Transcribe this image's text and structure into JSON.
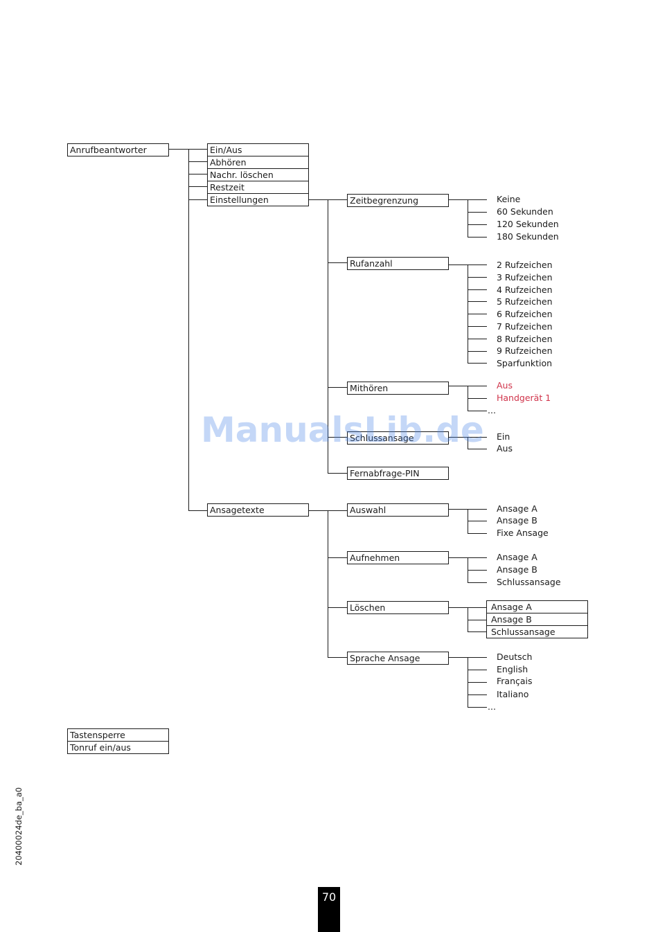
{
  "colors": {
    "line": "#1a1a1a",
    "highlight": "#d0334a",
    "watermark": "#4a86e8"
  },
  "root": {
    "label": "Anrufbeantworter",
    "items": [
      "Ein/Aus",
      "Abhören",
      "Nachr. löschen",
      "Restzeit",
      "Einstellungen"
    ],
    "ansagetexte": "Ansagetexte"
  },
  "einstellungen": {
    "zeitbegrenzung": {
      "label": "Zeitbegrenzung",
      "options": [
        "Keine",
        "60 Sekunden",
        "120 Sekunden",
        "180 Sekunden"
      ]
    },
    "rufanzahl": {
      "label": "Rufanzahl",
      "options": [
        "2 Rufzeichen",
        "3 Rufzeichen",
        "4 Rufzeichen",
        "5 Rufzeichen",
        "6 Rufzeichen",
        "7 Rufzeichen",
        "8 Rufzeichen",
        "9 Rufzeichen",
        "Sparfunktion"
      ]
    },
    "mithoeren": {
      "label": "Mithören",
      "options": [
        "Aus",
        "Handgerät 1",
        "..."
      ]
    },
    "schlussansage": {
      "label": "Schlussansage",
      "options": [
        "Ein",
        "Aus"
      ]
    },
    "fernabfrage": {
      "label": "Fernabfrage-PIN"
    }
  },
  "ansagetexte": {
    "auswahl": {
      "label": "Auswahl",
      "options": [
        "Ansage A",
        "Ansage B",
        "Fixe Ansage"
      ]
    },
    "aufnehmen": {
      "label": "Aufnehmen",
      "options": [
        "Ansage A",
        "Ansage B",
        "Schlussansage"
      ]
    },
    "loeschen": {
      "label": "Löschen",
      "options": [
        "Ansage A",
        "Ansage B",
        "Schlussansage"
      ]
    },
    "sprache": {
      "label": "Sprache Ansage",
      "options": [
        "Deutsch",
        "English",
        "Français",
        "Italiano",
        "..."
      ]
    }
  },
  "other_items": [
    "Tastensperre",
    "Tonruf ein/aus"
  ],
  "watermark": "ManualsLib.de",
  "doc_code": "20400024de_ba_a0",
  "page_number": "70"
}
